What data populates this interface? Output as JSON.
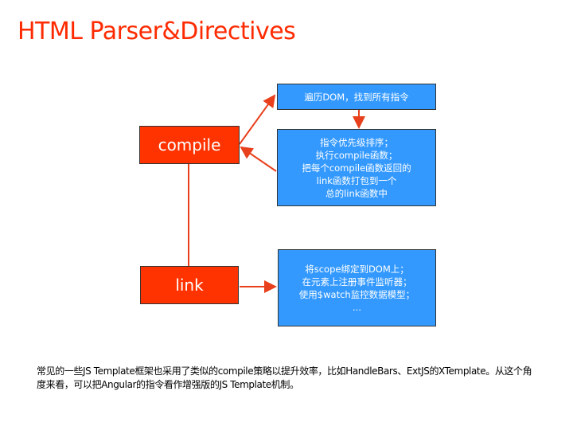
{
  "title": "HTML Parser&Directives",
  "nodes": {
    "compile": "compile",
    "link": "link",
    "traverse": "遍历DOM，找到所有指令",
    "compile_steps": [
      "指令优先级排序；",
      "执行compile函数；",
      "把每个compile函数返回的",
      "link函数打包到一个",
      "总的link函数中"
    ],
    "link_steps": [
      "将scope绑定到DOM上；",
      "在元素上注册事件监听器；",
      "使用$watch监控数据模型；",
      "..."
    ]
  },
  "note": "常见的一些JS Template框架也采用了类似的compile策略以提升效率，比如HandleBars、ExtJS的XTemplate。从这个角度来看，可以把Angular的指令看作增强版的JS Template机制。",
  "colors": {
    "accent": "#ff3300",
    "box_blue": "#3399ff",
    "arrow": "#e8401c"
  }
}
